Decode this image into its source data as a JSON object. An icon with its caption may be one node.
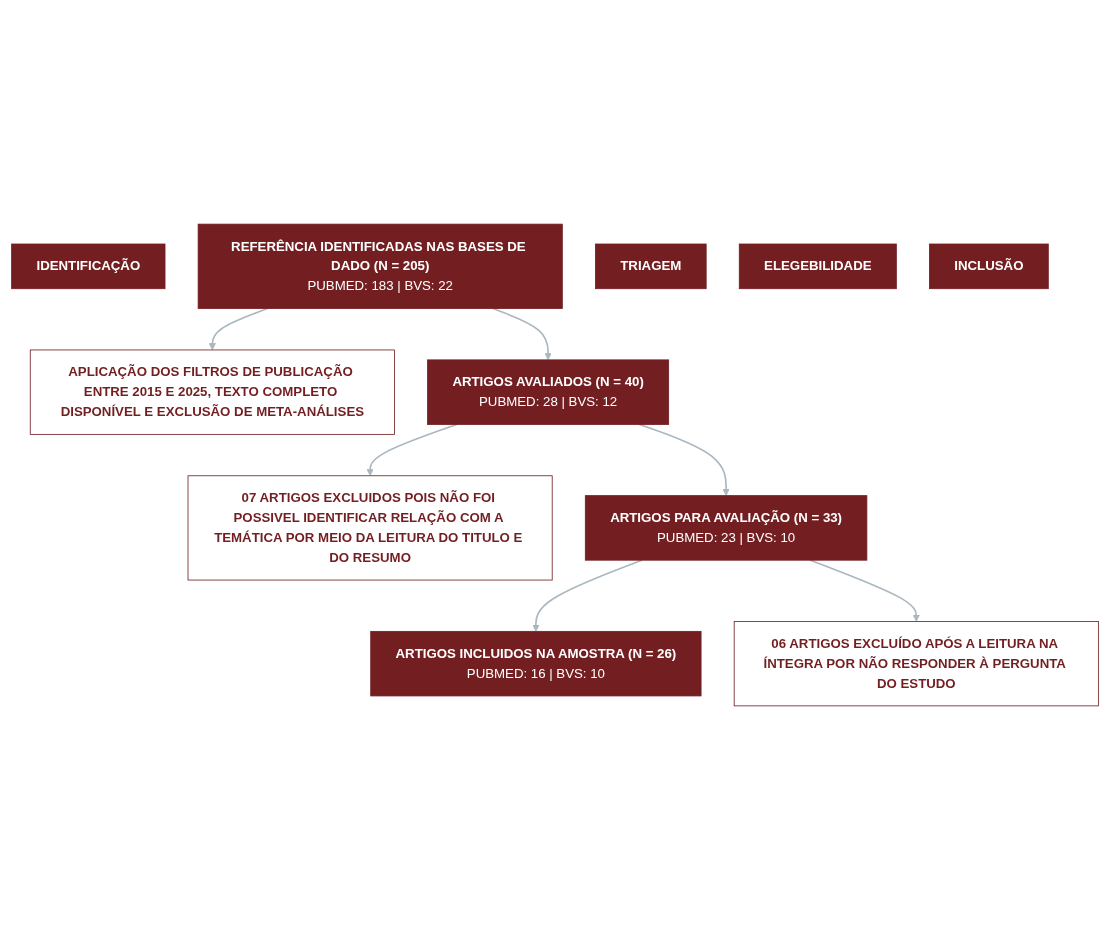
{
  "diagram": {
    "nodes": [
      {
        "text": [
          "IDENTIFICAÇÃO"
        ]
      },
      {
        "text": [
          "REFERÊNCIA IDENTIFICADAS NAS BASES DE DADO (N = 205)",
          "PUBMED: 183 | BVS: 22"
        ]
      },
      {
        "text": [
          "APLICAÇÃO DOS FILTROS DE PUBLICAÇÃO ENTRE 2015 E 2025, TEXTO COMPLETO DISPONÍVEL E EXCLUSÃO DE META-ANÁLISES"
        ]
      },
      {
        "text": [
          "TRIAGEM"
        ]
      },
      {
        "text": [
          "ARTIGOS AVALIADOS (N = 40)",
          "PUBMED: 28 | BVS: 12"
        ]
      },
      {
        "text": [
          "07 ARTIGOS EXCLUIDOS POIS NÃO FOI POSSIVEL IDENTIFICAR RELAÇÃO COM A TEMÁTICA POR MEIO DA LEITURA DO TITULO E DO RESUMO"
        ]
      },
      {
        "text": [
          "ELEGEBILIDADE"
        ]
      },
      {
        "text": [
          "ARTIGOS PARA AVALIAÇÃO (N = 33)",
          "PUBMED: 23 | BVS: 10"
        ]
      },
      {
        "text": [
          "06 ARTIGOS EXCLUÍDO APÓS A LEITURA NA ÍNTEGRA POR NÃO RESPONDER À PERGUNTA DO ESTUDO"
        ]
      },
      {
        "text": [
          "INCLUSÃO"
        ]
      },
      {
        "text": [
          "ARTIGOS INCLUIDOS NA AMOSTRA (N = 26)",
          "PUBMED: 16 | BVS: 10"
        ]
      }
    ],
    "edges": [
      {
        "from": 1,
        "to": 4,
        "arrow": "to"
      },
      {
        "from": 1,
        "to": 2,
        "arrow": "to"
      },
      {
        "from": 4,
        "to": 7,
        "arrow": "to"
      },
      {
        "from": 4,
        "to": 5,
        "arrow": "to"
      },
      {
        "from": 7,
        "to": 10,
        "arrow": "to"
      },
      {
        "from": 7,
        "to": 8,
        "arrow": "to"
      }
    ]
  }
}
